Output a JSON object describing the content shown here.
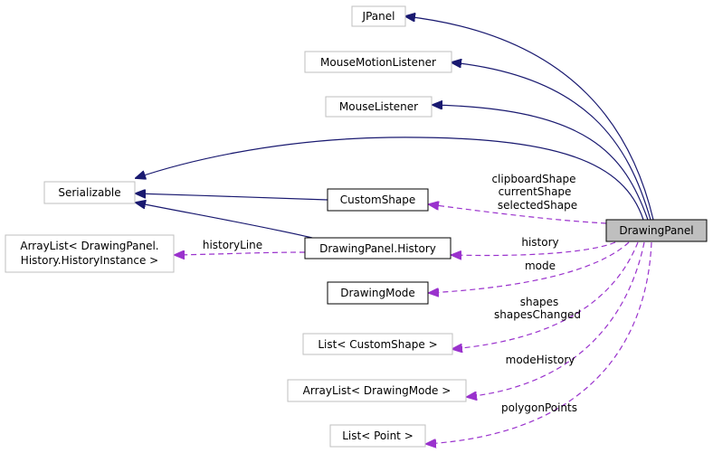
{
  "nodes": {
    "jpanel": "JPanel",
    "mouse_motion_listener": "MouseMotionListener",
    "mouse_listener": "MouseListener",
    "serializable": "Serializable",
    "custom_shape": "CustomShape",
    "arraylist_history_line1": "ArrayList< DrawingPanel.",
    "arraylist_history_line2": "History.HistoryInstance >",
    "drawing_panel_history": "DrawingPanel.History",
    "drawing_mode": "DrawingMode",
    "list_custom_shape": "List< CustomShape >",
    "arraylist_drawing_mode": "ArrayList< DrawingMode >",
    "list_point": "List< Point >",
    "drawing_panel": "DrawingPanel"
  },
  "edge_labels": {
    "clipboard_shape": "clipboardShape",
    "current_shape": "currentShape",
    "selected_shape": "selectedShape",
    "history_line": "historyLine",
    "history": "history",
    "mode": "mode",
    "shapes": "shapes",
    "shapes_changed": "shapesChanged",
    "mode_history": "modeHistory",
    "polygon_points": "polygonPoints"
  },
  "colors": {
    "inheritance_edge": "#191970",
    "usage_edge": "#9a32cd",
    "focus_node_fill": "#bfbfbf",
    "undocumented_node_border": "#bfbfbf",
    "documented_node_border": "#000000"
  }
}
